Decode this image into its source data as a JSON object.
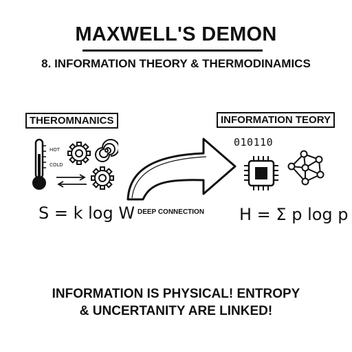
{
  "header": {
    "title": "MAXWELL'S DEMON",
    "subtitle": "8. INFORMATION THEORY & THERMODINAMICS"
  },
  "left_panel": {
    "label": "THEROMNANICS",
    "hot_label": "HOT",
    "cold_label": "COLD",
    "formula": "S = k log W",
    "icons": [
      "thermometer-icon",
      "gear-icon",
      "spiral-icon",
      "exchange-arrows-icon",
      "gear-icon"
    ]
  },
  "connector": {
    "label": "DEEP CONNECTION"
  },
  "right_panel": {
    "label": "INFORMATION TEORY",
    "binary": "010110",
    "formula": "H = Σ p log p",
    "icons": [
      "microchip-icon",
      "network-icon"
    ]
  },
  "conclusion": {
    "line1": "INFORMATION IS PHYSICAL! ENTROPY",
    "line2": "& UNCERTANITY ARE LINKED!"
  }
}
